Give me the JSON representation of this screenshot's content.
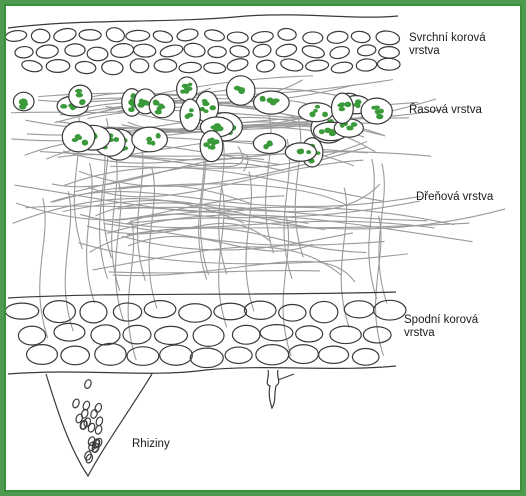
{
  "labels": {
    "upper_cortex": "Svrchní korová\nvrstva",
    "algal_layer": "Řasová vrstva",
    "medulla": "Dřeňová vrstva",
    "lower_cortex": "Spodní korová\nvrstva",
    "rhizines": "Rhiziny"
  },
  "colors": {
    "frame": "#3d8f3d",
    "outer_background": "#4e9a4e",
    "algae": "#3a9a3a",
    "ink": "#3a3a3a"
  }
}
